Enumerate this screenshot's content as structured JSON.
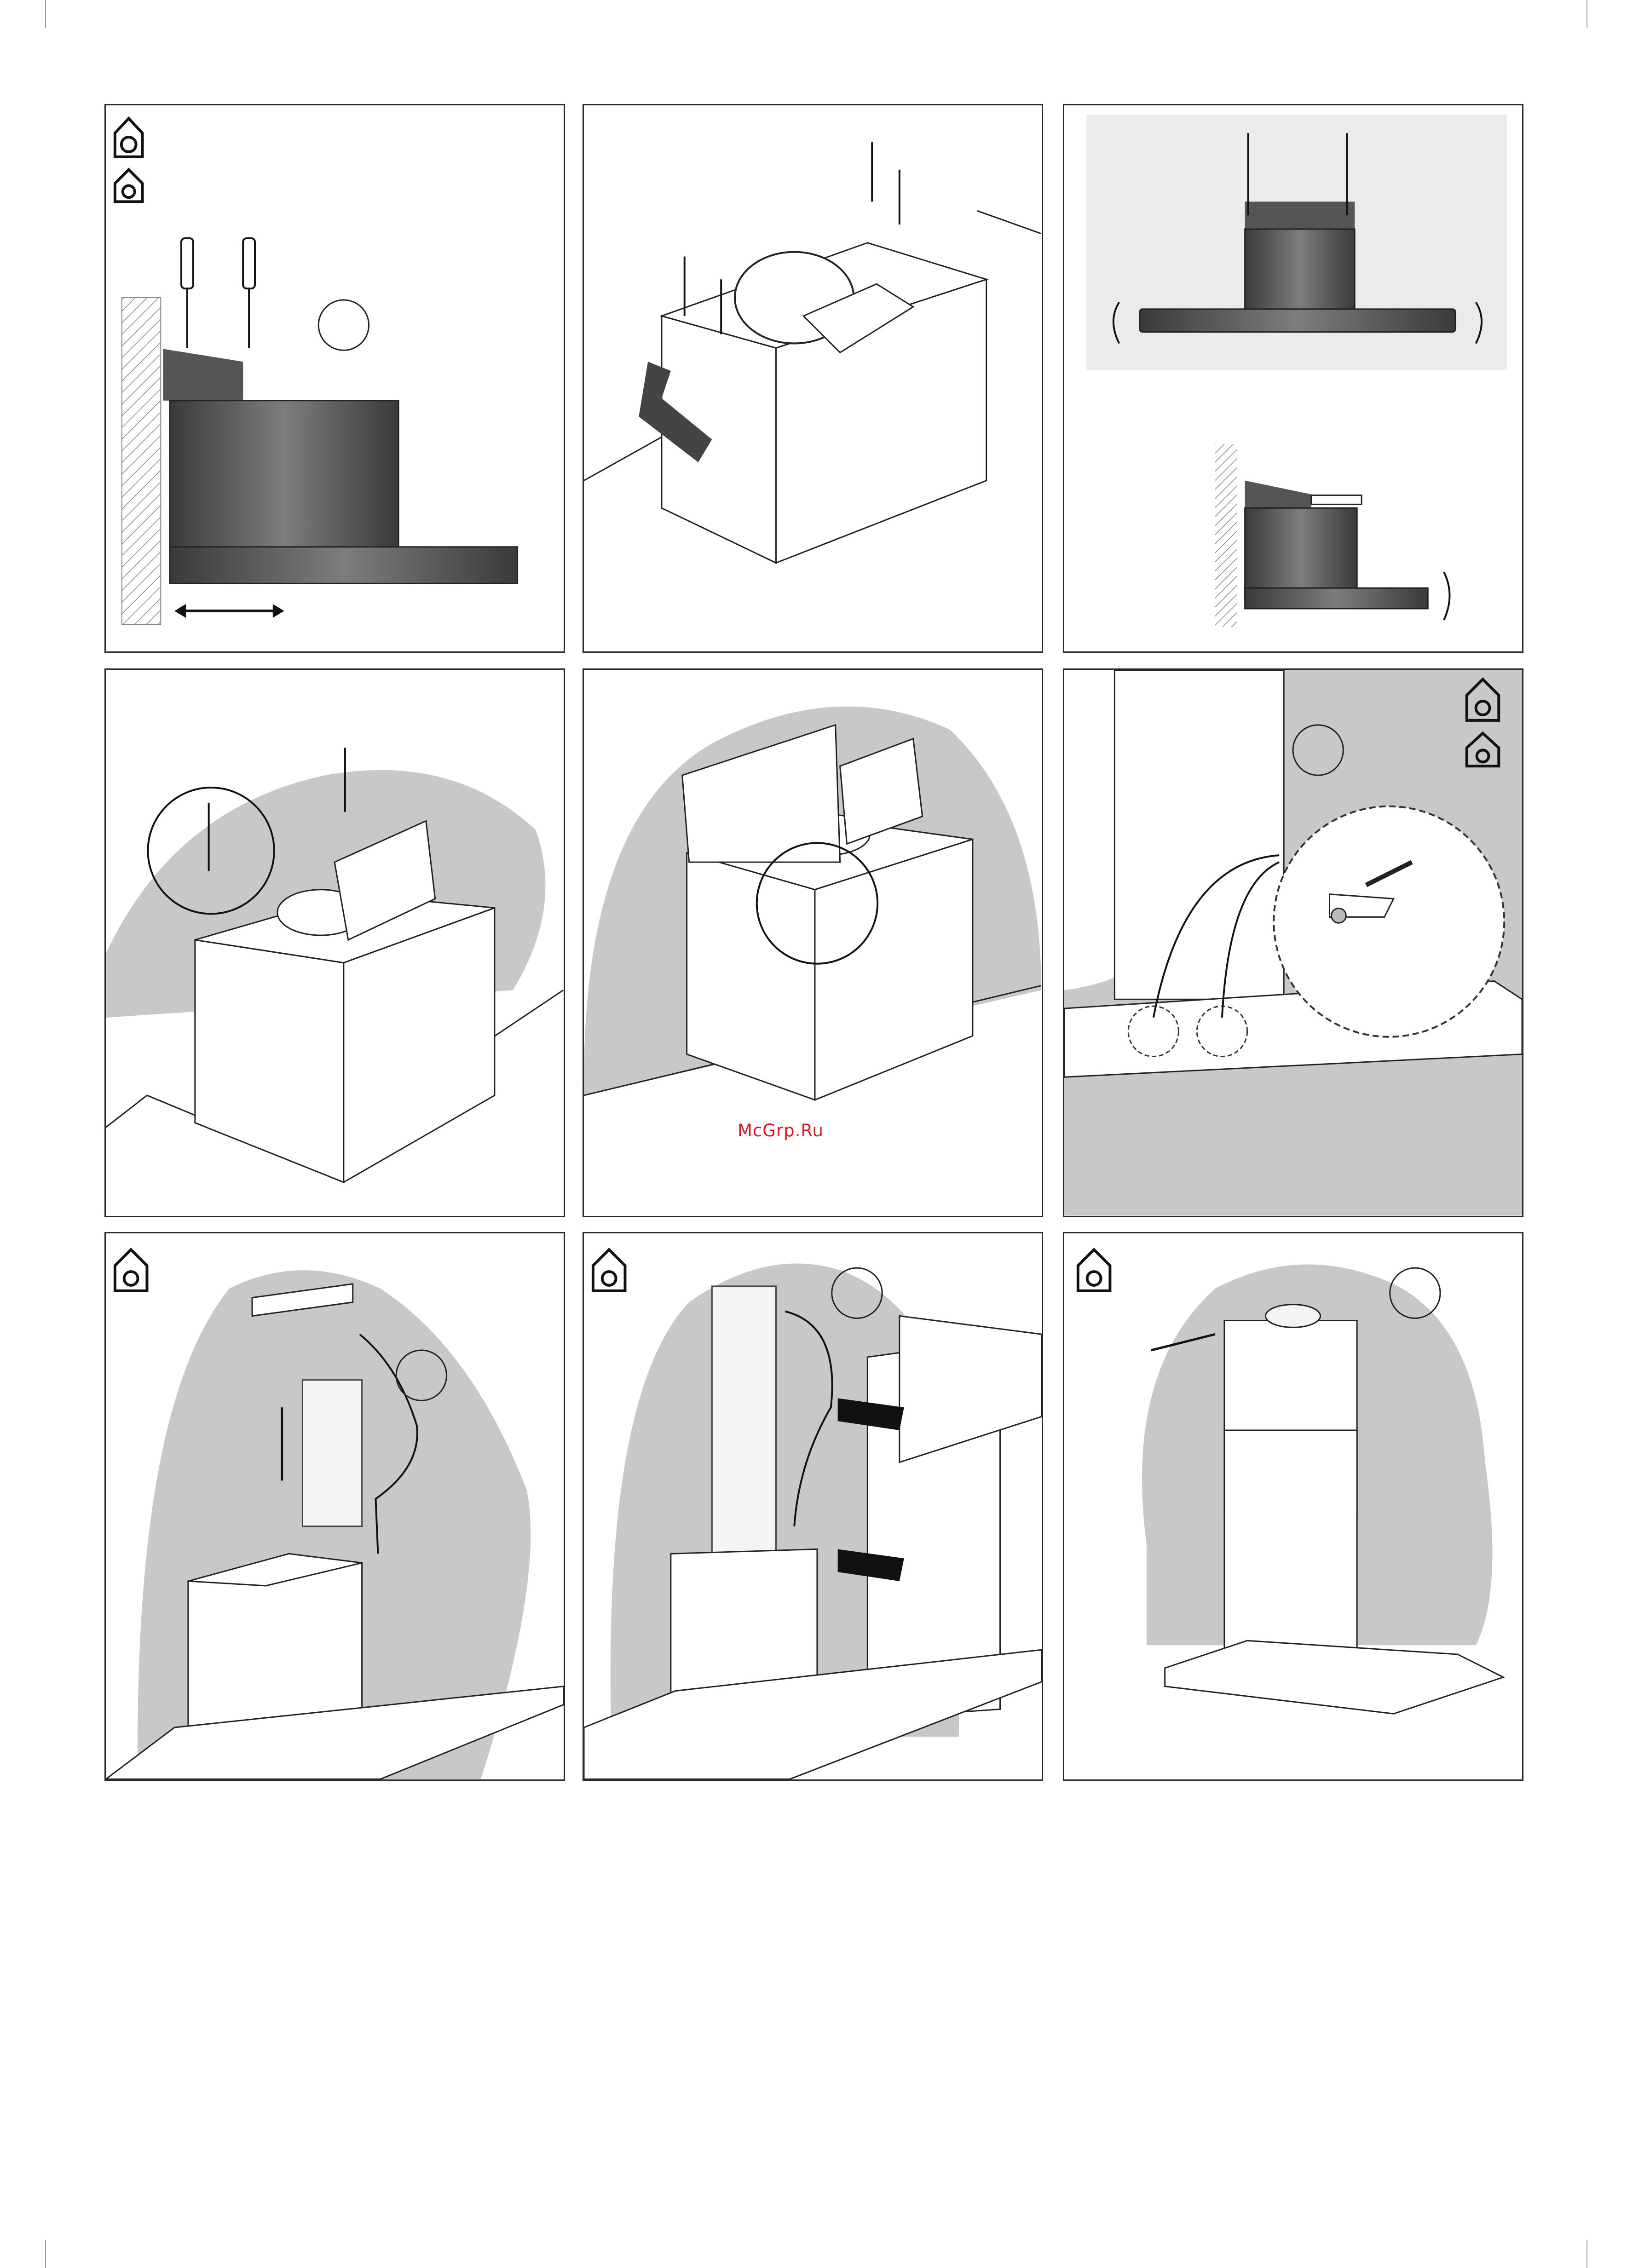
{
  "watermark": "McGrp.Ru",
  "panels": [
    {
      "id": 1,
      "icons": [
        "ducted-house-icon",
        "recirculation-house-icon"
      ],
      "has_step_circle": true
    },
    {
      "id": 2,
      "icons": [],
      "has_step_circle": false
    },
    {
      "id": 3,
      "icons": [],
      "has_step_circle": false
    },
    {
      "id": 4,
      "icons": [],
      "has_step_circle": false
    },
    {
      "id": 5,
      "icons": [],
      "has_step_circle": false
    },
    {
      "id": 6,
      "icons": [
        "ducted-house-icon",
        "recirculation-house-icon"
      ],
      "has_step_circle": true
    },
    {
      "id": 7,
      "icons": [
        "ducted-house-icon"
      ],
      "has_step_circle": true
    },
    {
      "id": 8,
      "icons": [
        "ducted-house-icon"
      ],
      "has_step_circle": true
    },
    {
      "id": 9,
      "icons": [
        "ducted-house-icon"
      ],
      "has_step_circle": true
    }
  ],
  "colors": {
    "frame": "#2a2a2a",
    "wall_shade": "#c8c8c8",
    "part_dark": "#5c5c5c",
    "watermark": "#d71920"
  }
}
